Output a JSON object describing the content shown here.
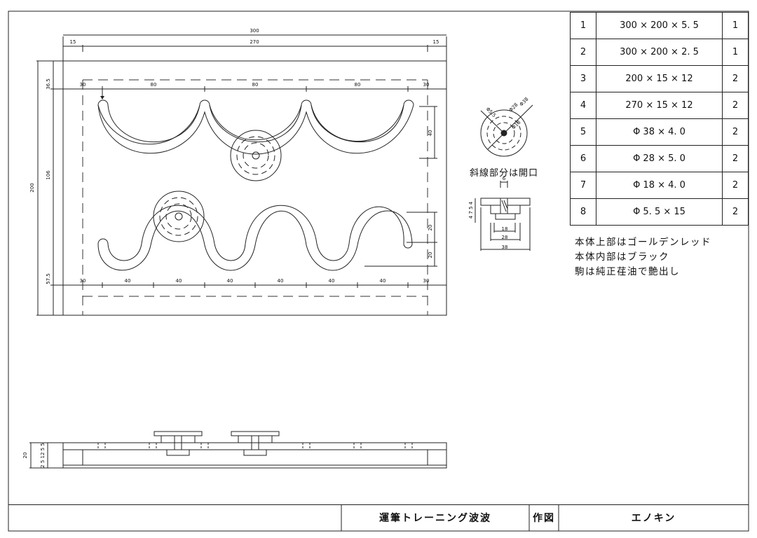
{
  "parts_table": [
    {
      "no": "1",
      "spec": "300 × 200 × 5. 5",
      "qty": "1"
    },
    {
      "no": "2",
      "spec": "300 × 200 × 2. 5",
      "qty": "1"
    },
    {
      "no": "3",
      "spec": "200 × 15 × 12",
      "qty": "2"
    },
    {
      "no": "4",
      "spec": "270 × 15 × 12",
      "qty": "2"
    },
    {
      "no": "5",
      "spec": "Φ 38 × 4. 0",
      "qty": "2"
    },
    {
      "no": "6",
      "spec": "Φ 28 × 5. 0",
      "qty": "2"
    },
    {
      "no": "7",
      "spec": "Φ 18 × 4. 0",
      "qty": "2"
    },
    {
      "no": "8",
      "spec": "Φ 5. 5 × 15",
      "qty": "2"
    }
  ],
  "notes": [
    "本体上部はゴールデンレッド",
    "本体内部はブラック",
    "駒は純正荏油で艶出し"
  ],
  "hatch_note": "斜線部分は開口",
  "title_block": {
    "title": "運筆トレーニング波波",
    "drawn_by_label": "作図",
    "author": "エノキン"
  },
  "dims": {
    "overall_w": "300",
    "inner_w": "270",
    "edge_l": "15",
    "edge_r": "15",
    "top_seg": [
      "30",
      "80",
      "80",
      "80",
      "30"
    ],
    "bottom_seg": [
      "30",
      "40",
      "40",
      "40",
      "40",
      "40",
      "40",
      "30"
    ],
    "left": [
      "36.5",
      "106",
      "57.5"
    ],
    "overall_h": "200",
    "wave1_amp": "40",
    "wave2_a": "20",
    "wave2_b": "20",
    "knob": [
      "Φ38",
      "Φ5.5",
      "Φ28",
      "Φ18"
    ],
    "section": [
      "6",
      "4 7 5 4",
      "18",
      "28",
      "38"
    ],
    "side": [
      "20",
      "2 5 12 5 5"
    ]
  }
}
